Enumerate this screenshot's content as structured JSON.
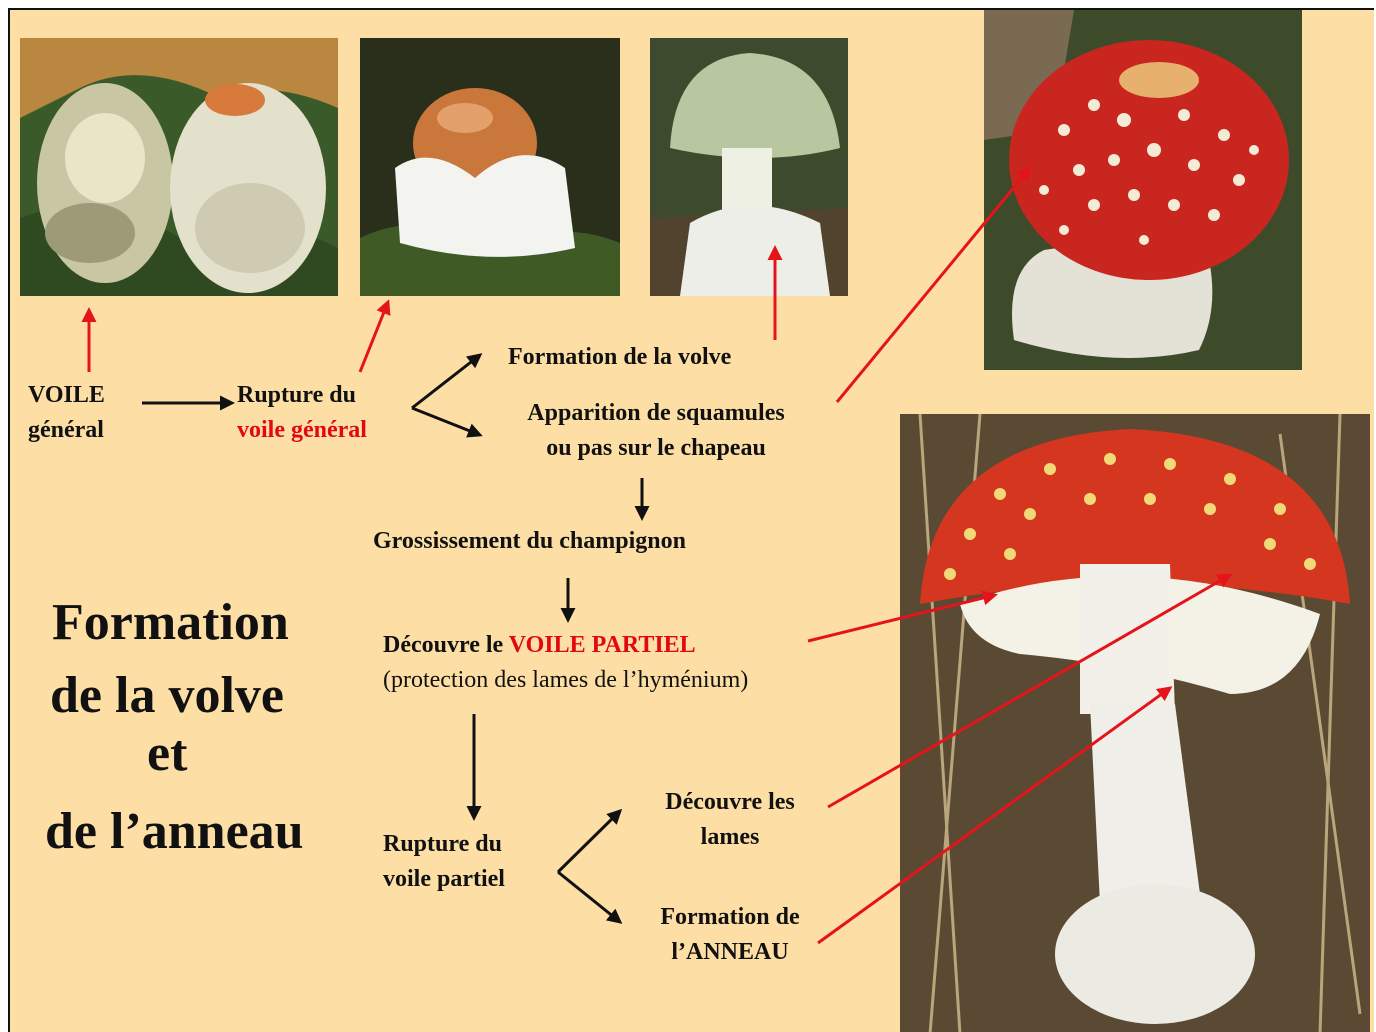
{
  "title": {
    "line1": "Formation",
    "line2": "de la volve",
    "line3": "et",
    "line4": "de l’anneau"
  },
  "diagram": {
    "voile_general": {
      "line1": "VOILE",
      "line2": "général"
    },
    "rupture_voile_general": {
      "line1": "Rupture du",
      "line2": "voile général"
    },
    "formation_volve": "Formation de la volve",
    "apparition_squamules": {
      "line1": "Apparition de squamules",
      "line2": "ou pas sur le chapeau"
    },
    "grossissement": "Grossissement du champignon",
    "decouvre_voile_partiel": {
      "prefix": "Découvre le ",
      "highlight": "VOILE PARTIEL",
      "line2": "(protection des lames de l’hyménium)"
    },
    "rupture_voile_partiel": {
      "line1": "Rupture du",
      "line2": "voile partiel"
    },
    "decouvre_lames": {
      "line1": "Découvre les",
      "line2": "lames"
    },
    "formation_anneau": {
      "line1": "Formation de",
      "line2": "l’ANNEAU"
    }
  },
  "colors": {
    "background": "#fddfa5",
    "highlight_red": "#e30613",
    "arrow_red": "#e5141b",
    "arrow_black": "#111111"
  }
}
